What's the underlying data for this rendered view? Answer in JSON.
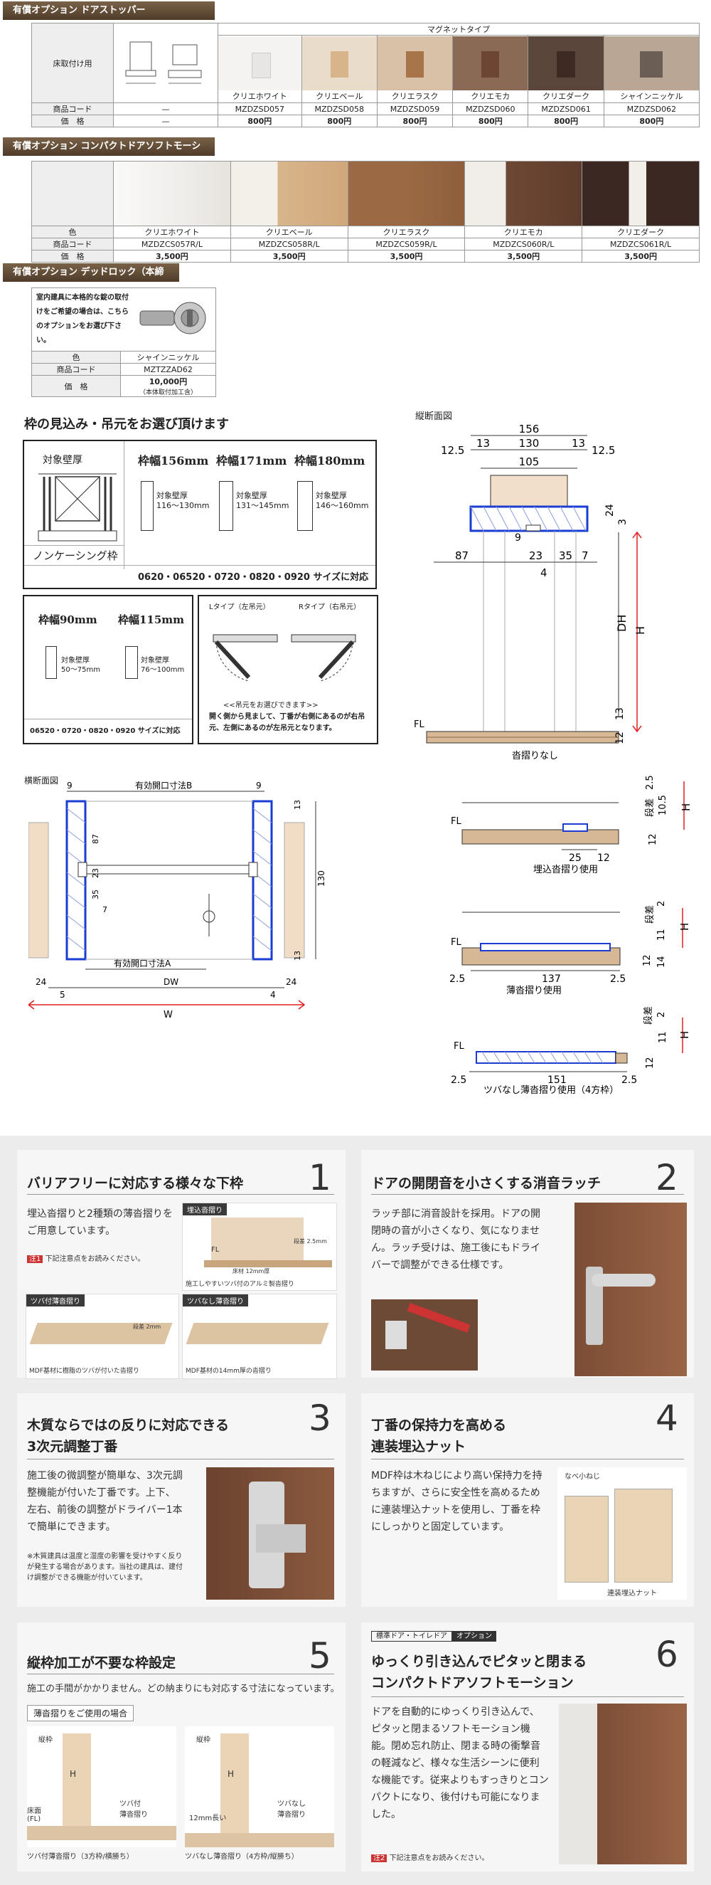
{
  "stopper": {
    "title": "有償オプション ドアストッパー",
    "type_header": "マグネットタイプ",
    "row_floor": "床取付け用",
    "row_code": "商品コード",
    "row_price": "価　格",
    "dash": "—",
    "items": [
      {
        "name": "クリエホワイト",
        "code": "MZDZSD057",
        "price": "800円",
        "color": "#f2f0ec"
      },
      {
        "name": "クリエベール",
        "code": "MZDZSD058",
        "price": "800円",
        "color": "#d7b48a"
      },
      {
        "name": "クリエラスク",
        "code": "MZDZSD059",
        "price": "800円",
        "color": "#a8754a"
      },
      {
        "name": "クリエモカ",
        "code": "MZDZSD060",
        "price": "800円",
        "color": "#6c4632"
      },
      {
        "name": "クリエダーク",
        "code": "MZDZSD061",
        "price": "800円",
        "color": "#3d2a22"
      },
      {
        "name": "シャインニッケル",
        "code": "MZDZSD062",
        "price": "800円",
        "color": "#6a5e55"
      }
    ]
  },
  "softmotion": {
    "title": "有償オプション コンパクトドアソフトモーション",
    "row_color": "色",
    "row_code": "商品コード",
    "row_price": "価　格",
    "items": [
      {
        "name": "クリエホワイト",
        "code": "MZDZCS057R/L",
        "price": "3,500円",
        "color": "#f2f1ee"
      },
      {
        "name": "クリエベール",
        "code": "MZDZCS058R/L",
        "price": "3,500円",
        "color": "#d9b58b"
      },
      {
        "name": "クリエラスク",
        "code": "MZDZCS059R/L",
        "price": "3,500円",
        "color": "#9b6a45"
      },
      {
        "name": "クリエモカ",
        "code": "MZDZCS060R/L",
        "price": "3,500円",
        "color": "#6e4834"
      },
      {
        "name": "クリエダーク",
        "code": "MZDZCS061R/L",
        "price": "3,500円",
        "color": "#3c2822"
      }
    ]
  },
  "deadlock": {
    "title": "有償オプション デッドロック（本締り錠）",
    "note": "室内建具に本格的な錠の取付けをご希望の場合は、こちらのオプションをお選び下さい。",
    "row_color": "色",
    "row_code": "商品コード",
    "row_price": "価　格",
    "color": "シャインニッケル",
    "code": "MZTZZAD62",
    "price": "10,000円",
    "price_note": "（本体取付加工含）"
  },
  "frame": {
    "heading": "枠の見込み・吊元をお選び頂けます",
    "target_wall": "対象壁厚",
    "noncasing": "ノンケーシング枠",
    "widths": [
      {
        "label": "枠幅156mm",
        "wall": "対象壁厚",
        "range": "116〜130mm"
      },
      {
        "label": "枠幅171mm",
        "wall": "対象壁厚",
        "range": "131〜145mm"
      },
      {
        "label": "枠幅180mm",
        "wall": "対象壁厚",
        "range": "146〜160mm"
      }
    ],
    "sizes_note": "0620・06520・0720・0820・0920 サイズに対応",
    "widths2": [
      {
        "label": "枠幅90mm",
        "wall": "対象壁厚",
        "range": "50〜75mm"
      },
      {
        "label": "枠幅115mm",
        "wall": "対象壁厚",
        "range": "76〜100mm"
      }
    ],
    "sizes_note2": "06520・0720・0820・0920 サイズに対応",
    "ltype": "Lタイプ（左吊元）",
    "rtype": "Rタイプ（右吊元）",
    "hinge_choose": "<<吊元をお選びできます>>",
    "hinge_note": "開く側から見まして、丁番が右側にあるのが右吊元、左側にあるのが左吊元となります。"
  },
  "vertical": {
    "title": "縦断面図",
    "d156": "156",
    "d130": "130",
    "d105": "105",
    "d125a": "12.5",
    "d125b": "12.5",
    "d13a": "13",
    "d13b": "13",
    "d24": "24",
    "d3": "3",
    "d9": "9",
    "d87": "87",
    "d23": "23",
    "d35": "35",
    "d7": "7",
    "d4": "4",
    "dh": "DH",
    "h": "H",
    "d13c": "13",
    "d12": "12",
    "fl": "FL",
    "caption": "沓摺りなし"
  },
  "sill": {
    "s1": {
      "fl": "FL",
      "d25": "25",
      "d12": "12",
      "step": "段差",
      "d2_5": "2.5",
      "d10_5": "10.5",
      "d12b": "12",
      "h": "H",
      "caption": "埋込沓摺り使用"
    },
    "s2": {
      "fl": "FL",
      "d2_5a": "2.5",
      "d2_5b": "2.5",
      "d137": "137",
      "step": "段差",
      "d2": "2",
      "d11": "11",
      "d12": "12",
      "d14": "14",
      "h": "H",
      "caption": "薄沓摺り使用"
    },
    "s3": {
      "fl": "FL",
      "d2_5a": "2.5",
      "d2_5b": "2.5",
      "d151": "151",
      "step": "段差",
      "d2": "2",
      "d11": "11",
      "d12": "12",
      "h": "H",
      "caption": "ツバなし薄沓摺り使用（4方枠）"
    }
  },
  "horizontal": {
    "title": "横断面図",
    "opening_b": "有効開口寸法B",
    "opening_a": "有効開口寸法A",
    "d9a": "9",
    "d9b": "9",
    "d87": "87",
    "d23": "23",
    "d35": "35",
    "d7": "7",
    "d13a": "13",
    "d130": "130",
    "d13b": "13",
    "d24a": "24",
    "d24b": "24",
    "d5": "5",
    "d4": "4",
    "dw": "DW",
    "w": "W"
  },
  "features": [
    {
      "num": "1",
      "title": "バリアフリーに対応する様々な",
      "title_bold": "下枠",
      "text": "埋込沓摺りと2種類の薄沓摺りをご用意しています。",
      "note_tag": "注1",
      "note": "下記注意点をお読みください。",
      "img1_label": "埋込沓摺り",
      "img1_caption": "施工しやすいツバ付のアルミ製沓摺り",
      "img2_label": "ツバ付薄沓摺り",
      "img2_caption": "MDF基材に樹脂のツバが付いた沓摺り",
      "img3_label": "ツバなし薄沓摺り",
      "img3_caption": "MDF基材の14mm厚の沓摺り",
      "fl": "FL",
      "m1": "床材",
      "m1b": "12mm厚",
      "m2": "段差",
      "m2b": "2.5mm",
      "m3": "段差",
      "m3b": "2mm"
    },
    {
      "num": "2",
      "title": "ドアの開閉音を小さくする",
      "title_bold": "消音ラッチ",
      "text": "ラッチ部に消音設計を採用。ドアの開閉時の音が小さくなり、気になりません。ラッチ受けは、施工後にもドライバーで調整ができる仕様です。"
    },
    {
      "num": "3",
      "title": "木質ならではの反りに対応できる",
      "title_bold": "3次元調整丁番",
      "text": "施工後の微調整が簡単な、3次元調整機能が付いた丁番です。上下、左右、前後の調整がドライバー1本で簡単にできます。",
      "note": "※木質建具は温度と湿度の影響を受けやすく反りが発生する場合があります。当社の建具は、建付け調整ができる機能が付いています。"
    },
    {
      "num": "4",
      "title": "丁番の保持力を高める",
      "title_bold": "連装埋込ナット",
      "text": "MDF枠は木ねじにより高い保持力を持ちますが、さらに安全性を高めるために連装埋込ナットを使用し、丁番を枠にしっかりと固定しています。",
      "label1": "なべ小ねじ",
      "label2": "連装埋込ナット"
    },
    {
      "num": "5",
      "title": "縦枠加工が不要な",
      "title_bold": "枠設定",
      "text": "施工の手間がかかりません。どの納まりにも対応する寸法になっています。",
      "box_label": "薄沓摺りをご使用の場合",
      "cap1": "ツバ付薄沓摺り（3方枠/横勝ち）",
      "cap2": "ツバなし薄沓摺り（4方枠/縦勝ち）",
      "tate": "縦枠",
      "h": "H",
      "floor": "床面",
      "fl": "(FL)",
      "tsuba1": "ツバ付",
      "tsuba1b": "薄沓摺り",
      "tsuba2": "ツバなし",
      "tsuba2b": "薄沓摺り",
      "long": "12mm長い"
    },
    {
      "num": "6",
      "tag1": "標準ドア・トイレドア",
      "tag2": "オプション",
      "title": "ゆっくり引き込んでピタッと閉まる",
      "title_bold": "コンパクトドアソフトモーション",
      "text": "ドアを自動的にゆっくり引き込んで、ピタッと閉まるソフトモーション機能。閉め忘れ防止、閉まる時の衝撃音の軽減など、様々な生活シーンに便利な機能です。従来よりもすっきりとコンパクトになり、後付けも可能になりました。",
      "note_tag": "注2",
      "note": "下記注意点をお読みください。"
    }
  ]
}
